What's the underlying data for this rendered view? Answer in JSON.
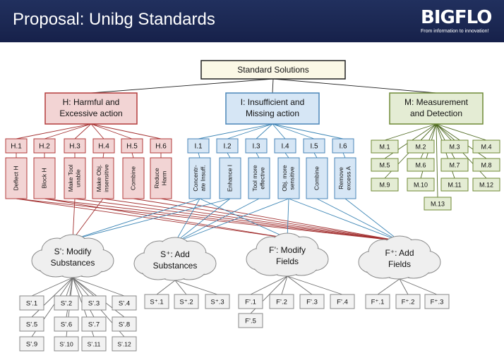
{
  "header": {
    "title": "Proposal: Unibg Standards",
    "logo": "BIGFLO",
    "tagline": "From information to innovation!"
  },
  "colors": {
    "header_bg": "#1a2650",
    "harmful_fill": "#f2d4d4",
    "harmful_stroke": "#b33b3b",
    "harmful_line": "#a23030",
    "insufficient_fill": "#d6e6f5",
    "insufficient_stroke": "#4a86b8",
    "insufficient_line": "#3c85b5",
    "measure_fill": "#e4ecd4",
    "measure_stroke": "#6f8a36",
    "measure_line": "#4f6a22",
    "root_fill": "#fbf8e6"
  },
  "diagram": {
    "root": "Standard Solutions",
    "harmful": {
      "title_lines": [
        "H: Harmful and",
        "Excessive action"
      ],
      "codes": [
        "H.1",
        "H.2",
        "H.3",
        "H.4",
        "H.5",
        "H.6"
      ],
      "descs": [
        [
          "Deflect H"
        ],
        [
          "Block H"
        ],
        [
          "Make Tool",
          "unable"
        ],
        [
          "Make Obj.",
          "insensitive"
        ],
        [
          "Combine"
        ],
        [
          "Reduce",
          "Harm"
        ]
      ]
    },
    "insufficient": {
      "title_lines": [
        "I: Insufficient and",
        "Missing action"
      ],
      "codes": [
        "I.1",
        "I.2",
        "I.3",
        "I.4",
        "I.5",
        "I.6"
      ],
      "descs": [
        [
          "Concentr-",
          "ate Insuff."
        ],
        [
          "Enhance I"
        ],
        [
          "Tool more",
          "effective"
        ],
        [
          "Obj. more",
          "sensitive"
        ],
        [
          "Combine"
        ],
        [
          "Remove",
          "excess A"
        ]
      ]
    },
    "measurement": {
      "title_lines": [
        "M: Measurement",
        "and Detection"
      ],
      "codes": [
        "M.1",
        "M.2",
        "M.3",
        "M.4",
        "M.5",
        "M.6",
        "M.7",
        "M.8",
        "M.9",
        "M.10",
        "M.11",
        "M.12",
        "M.13"
      ]
    },
    "clouds": [
      {
        "lines": [
          "S’: Modify",
          "Substances"
        ]
      },
      {
        "lines": [
          "S⁺: Add",
          "Substances"
        ]
      },
      {
        "lines": [
          "F’: Modify",
          "Fields"
        ]
      },
      {
        "lines": [
          "F⁺: Add",
          "Fields"
        ]
      }
    ],
    "subs": [
      [
        "S’.1",
        "S’.2",
        "S’.3",
        "S’.4",
        "S’.5",
        "S’.6",
        "S’.7",
        "S’.8",
        "S’.9",
        "S’.10",
        "S’.11",
        "S’.12"
      ],
      [
        "S⁺.1",
        "S⁺.2",
        "S⁺.3"
      ],
      [
        "F’.1",
        "F’.2",
        "F’.3",
        "F’.4",
        "F’.5"
      ],
      [
        "F⁺.1",
        "F⁺.2",
        "F⁺.3"
      ]
    ]
  }
}
